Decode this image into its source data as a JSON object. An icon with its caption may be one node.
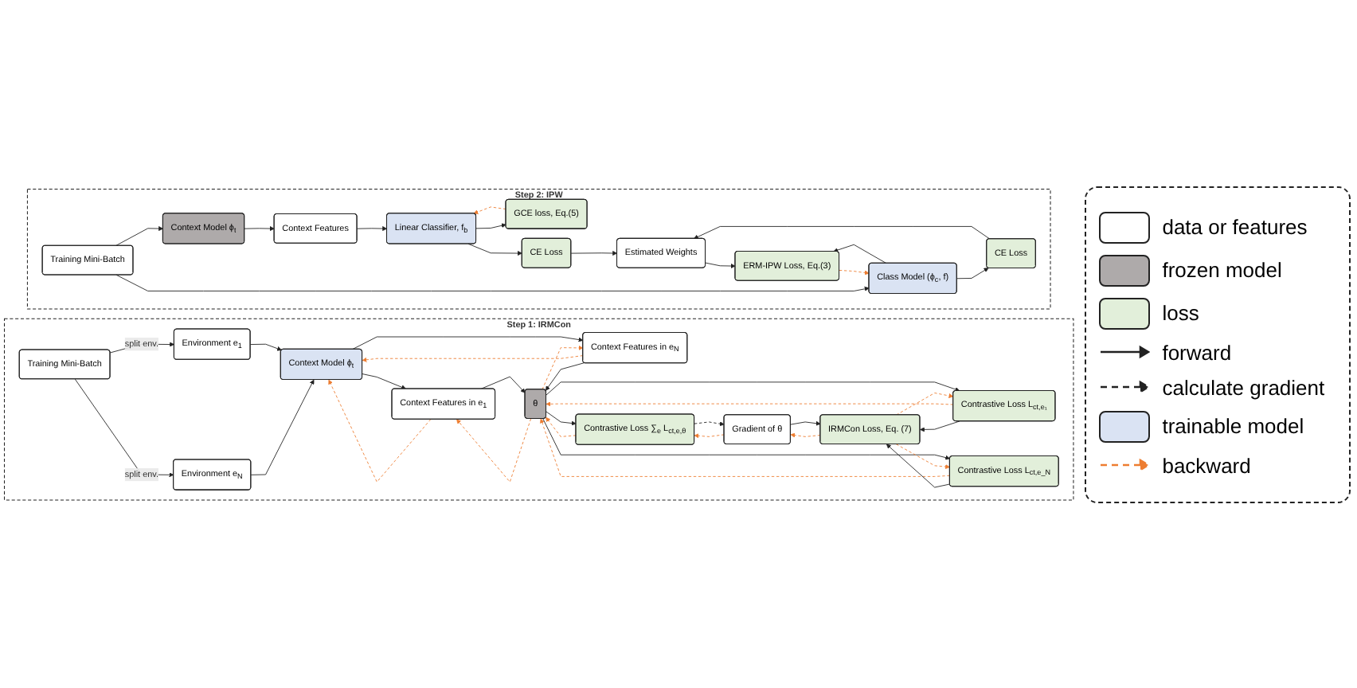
{
  "diagram": {
    "nodes": [
      {
        "text": [
          "Step 1: IRMCon"
        ]
      },
      {
        "text": [
          "Training Mini-Batch"
        ],
        "in": 0
      },
      {
        "text": [
          "Environment e$_{1}$"
        ],
        "in": 0
      },
      {
        "text": [
          "Environment e$_{N}$"
        ],
        "in": 0
      },
      {
        "text": [
          "Context Model ϕ$_{t}$"
        ],
        "in": 0
      },
      {
        "text": [
          "Context Features in e$_{1}$"
        ],
        "in": 0
      },
      {
        "text": [
          "Context Features in e$_{N}$"
        ],
        "in": 0
      },
      {
        "text": [
          "θ"
        ],
        "in": 0
      },
      {
        "text": [
          "Contrastive Loss ∑$_{e}$ L$_{ct,e,θ}$"
        ],
        "in": 0
      },
      {
        "text": [
          "Gradient of θ"
        ],
        "in": 0
      },
      {
        "text": [
          "Contrastive Loss L$_{ct,e₁}$"
        ],
        "in": 0
      },
      {
        "text": [
          "Contrastive Loss L$_{ct,e_N}$"
        ],
        "in": 0
      },
      {
        "text": [
          "IRMCon Loss, Eq. (7)"
        ],
        "in": 0
      },
      {
        "text": [
          "Step 2: IPW"
        ]
      },
      {
        "text": [
          "Training Mini-Batch"
        ],
        "in": 13
      },
      {
        "text": [
          "Context Model ϕ$_{t}$"
        ],
        "in": 13
      },
      {
        "text": [
          "Context Features"
        ],
        "in": 13
      },
      {
        "text": [
          "Linear Classifier, f$_{b}$"
        ],
        "in": 13
      },
      {
        "text": [
          "GCE loss, Eq.(5)"
        ],
        "in": 13
      },
      {
        "text": [
          "CE Loss"
        ],
        "in": 13
      },
      {
        "text": [
          "Estimated Weights"
        ],
        "in": 13
      },
      {
        "text": [
          "CE Loss"
        ],
        "in": 13
      },
      {
        "text": [
          "Class Model (ϕ$_{c}$, f)"
        ],
        "in": 13
      },
      {
        "text": [
          "ERM-IPW Loss, Eq.(3)"
        ],
        "in": 13
      }
    ],
    "edges": [
      {
        "from": 1,
        "to": 2,
        "arrow": "to",
        "label": "split env."
      },
      {
        "from": 1,
        "to": 3,
        "arrow": "to",
        "label": "split env."
      },
      {
        "from": 2,
        "to": 4,
        "arrow": "to"
      },
      {
        "from": 3,
        "to": 4,
        "arrow": "to"
      },
      {
        "from": 4,
        "to": 5,
        "arrow": "to"
      },
      {
        "from": 4,
        "to": 6,
        "arrow": "to"
      },
      {
        "from": 5,
        "to": 4,
        "arrow": "to",
        "style": "dashed",
        "color": "#ed7d31"
      },
      {
        "from": 6,
        "to": 4,
        "arrow": "to",
        "style": "dashed",
        "color": "#ed7d31"
      },
      {
        "from": 5,
        "to": 7,
        "arrow": "to"
      },
      {
        "from": 6,
        "to": 7,
        "arrow": "to"
      },
      {
        "from": 7,
        "to": 5,
        "arrow": "to",
        "style": "dashed",
        "color": "#ed7d31"
      },
      {
        "from": 7,
        "to": 6,
        "arrow": "to",
        "style": "dashed",
        "color": "#ed7d31"
      },
      {
        "from": 7,
        "to": 8,
        "arrow": "to"
      },
      {
        "from": 8,
        "to": 7,
        "arrow": "to",
        "style": "dashed",
        "color": "#ed7d31"
      },
      {
        "from": 8,
        "to": 9,
        "arrow": "to",
        "style": "dashed"
      },
      {
        "from": 9,
        "to": 8,
        "arrow": "to",
        "style": "dashed",
        "color": "#ed7d31"
      },
      {
        "from": 7,
        "to": 10,
        "arrow": "to"
      },
      {
        "from": 7,
        "to": 11,
        "arrow": "to"
      },
      {
        "from": 10,
        "to": 7,
        "arrow": "to",
        "style": "dashed",
        "color": "#ed7d31"
      },
      {
        "from": 11,
        "to": 7,
        "arrow": "to",
        "style": "dashed",
        "color": "#ed7d31"
      },
      {
        "from": 10,
        "to": 12,
        "arrow": "to"
      },
      {
        "from": 11,
        "to": 12,
        "arrow": "to"
      },
      {
        "from": 9,
        "to": 12,
        "arrow": "to"
      },
      {
        "from": 12,
        "to": 10,
        "arrow": "to",
        "style": "dashed",
        "color": "#ed7d31"
      },
      {
        "from": 12,
        "to": 11,
        "arrow": "to",
        "style": "dashed",
        "color": "#ed7d31"
      },
      {
        "from": 12,
        "to": 9,
        "arrow": "to",
        "style": "dashed",
        "color": "#ed7d31"
      },
      {
        "from": 14,
        "to": 15,
        "arrow": "to"
      },
      {
        "from": 14,
        "to": 22,
        "arrow": "to"
      },
      {
        "from": 15,
        "to": 16,
        "arrow": "to"
      },
      {
        "from": 16,
        "to": 17,
        "arrow": "to"
      },
      {
        "from": 17,
        "to": 18,
        "arrow": "to"
      },
      {
        "from": 18,
        "to": 17,
        "arrow": "to",
        "style": "dashed",
        "color": "#ed7d31"
      },
      {
        "from": 17,
        "to": 19,
        "arrow": "to"
      },
      {
        "from": 19,
        "to": 20,
        "arrow": "to"
      },
      {
        "from": 22,
        "to": 21,
        "arrow": "to"
      },
      {
        "from": 21,
        "to": 20,
        "arrow": "to"
      },
      {
        "from": 20,
        "to": 23,
        "arrow": "to"
      },
      {
        "from": 22,
        "to": 23,
        "arrow": "to"
      },
      {
        "from": 23,
        "to": 22,
        "arrow": "to",
        "style": "dashed",
        "color": "#ed7d31"
      }
    ],
    "legend": [
      {
        "text": "data or features",
        "color": "#ffffff"
      },
      {
        "text": "frozen model",
        "color": "#aeaaaa"
      },
      {
        "text": "loss",
        "color": "#e2efda"
      },
      {
        "text": "forward"
      },
      {
        "text": "calculate gradient"
      },
      {
        "text": "trainable model",
        "color": "#dae3f3"
      },
      {
        "text": "backward"
      }
    ]
  }
}
